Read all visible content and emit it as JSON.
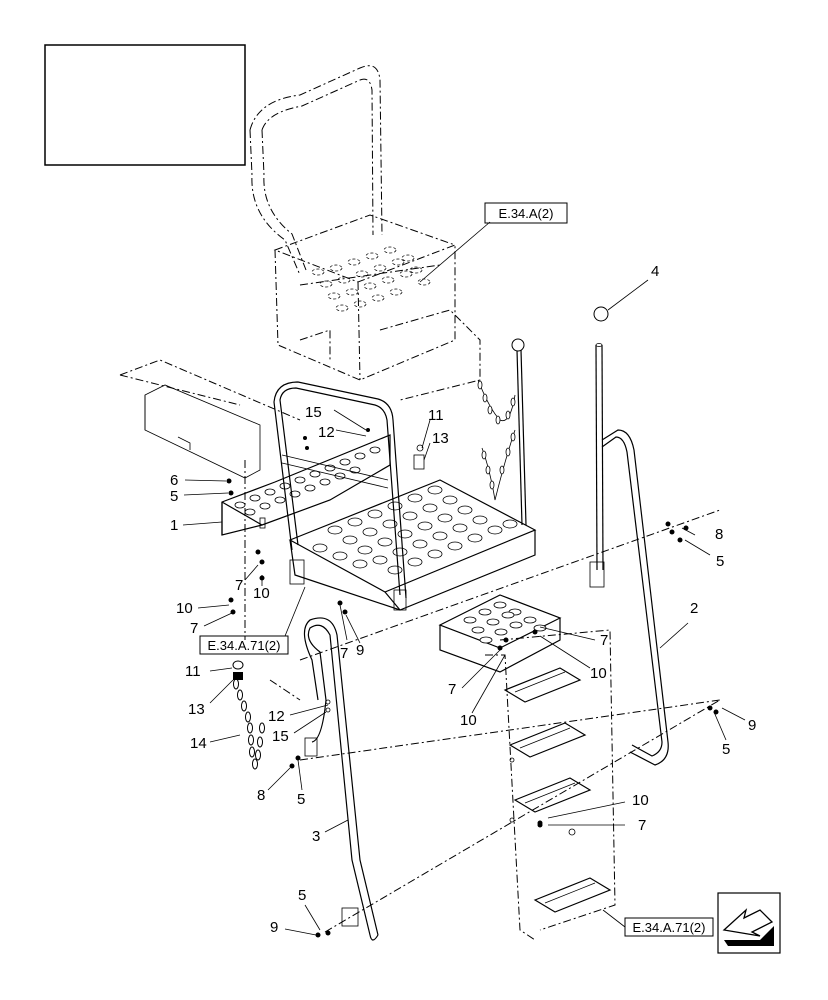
{
  "reference_boxes": {
    "top": "E.34.A(2)",
    "left": "E.34.A.71(2)",
    "bottom_right": "E.34.A.71(2)"
  },
  "callouts": {
    "c1": "1",
    "c2": "2",
    "c3": "3",
    "c4": "4",
    "c5a": "5",
    "c5b": "5",
    "c5c": "5",
    "c5d": "5",
    "c5e": "5",
    "c6": "6",
    "c7a": "7",
    "c7b": "7",
    "c7c": "7",
    "c7d": "7",
    "c7e": "7",
    "c7f": "7",
    "c8a": "8",
    "c8b": "8",
    "c9a": "9",
    "c9b": "9",
    "c9c": "9",
    "c10a": "10",
    "c10b": "10",
    "c10c": "10",
    "c10d": "10",
    "c10e": "10",
    "c11a": "11",
    "c11b": "11",
    "c12a": "12",
    "c12b": "12",
    "c13a": "13",
    "c13b": "13",
    "c14": "14",
    "c15a": "15",
    "c15b": "15"
  },
  "icons": {
    "navigation": "arrow-nav-icon"
  }
}
